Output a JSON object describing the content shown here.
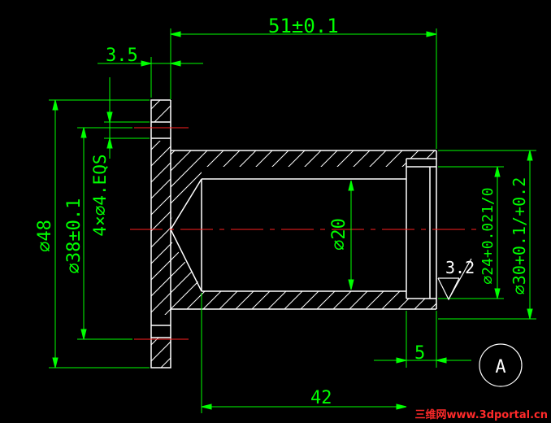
{
  "drawing": {
    "dimensions": {
      "total_length": "51±0.1",
      "flange_thickness": "3.5",
      "bolt_circle_dia": "⌀38±0.1",
      "flange_dia": "⌀48",
      "holes": "4×⌀4.EQS",
      "bore_dia": "⌀20",
      "recess_dia": "⌀24+0.021/0",
      "outer_dia": "⌀30+0.1/+0.2",
      "recess_depth": "5",
      "body_length": "42"
    },
    "roughness": "3.2",
    "datum": "A",
    "watermark": "三维网www.3dportal.cn"
  }
}
